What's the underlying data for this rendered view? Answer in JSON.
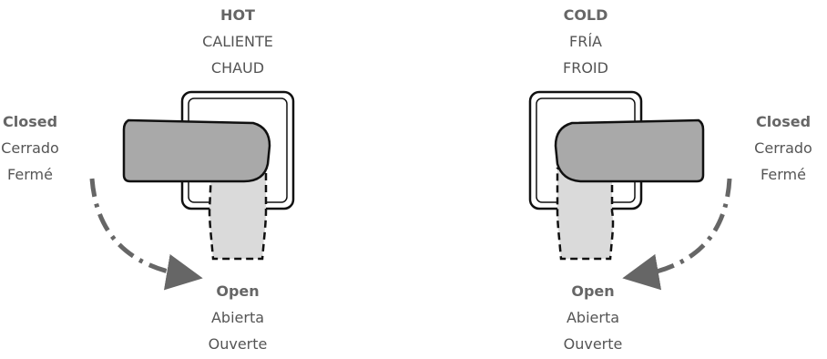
{
  "hot": {
    "title": "HOT",
    "es": "CALIENTE",
    "fr": "CHAUD",
    "closed": {
      "en": "Closed",
      "es": "Cerrado",
      "fr": "Fermé"
    },
    "open": {
      "en": "Open",
      "es": "Abierta",
      "fr": "Ouverte"
    }
  },
  "cold": {
    "title": "COLD",
    "es": "FRÍA",
    "fr": "FROID",
    "closed": {
      "en": "Closed",
      "es": "Cerrado",
      "fr": "Fermé"
    },
    "open": {
      "en": "Open",
      "es": "Abierta",
      "fr": "Ouverte"
    }
  },
  "colors": {
    "outline": "#111111",
    "handle_closed": "#a9a9a9",
    "handle_open": "#dadada",
    "arrow": "#666666",
    "text": "#555555",
    "text_bold": "#666666"
  }
}
